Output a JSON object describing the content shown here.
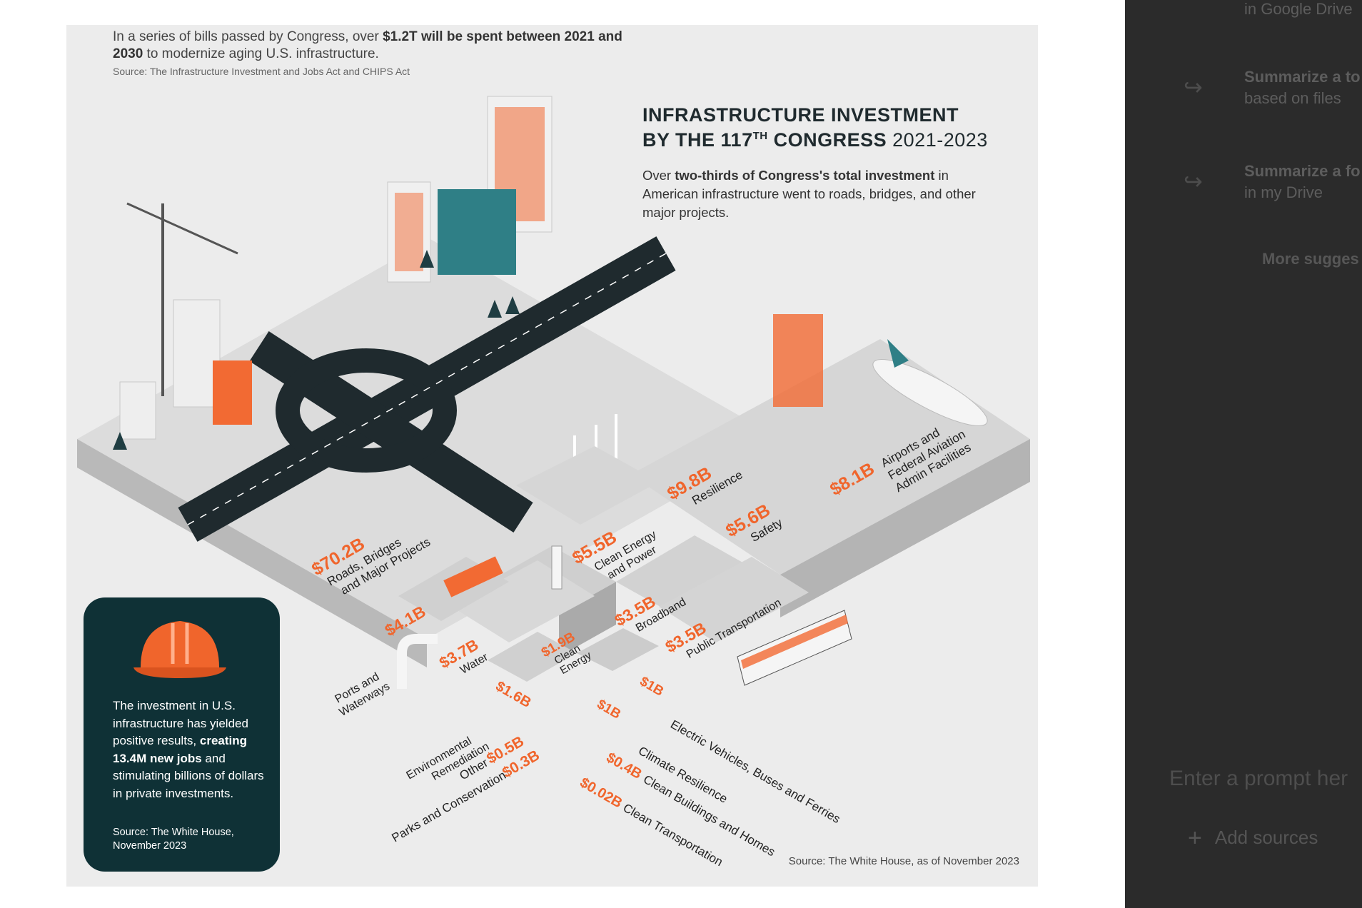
{
  "infographic": {
    "intro_pre": "In a series of bills passed by Congress, over ",
    "intro_bold1": "$1.2T will be spent between 2021 and 2030",
    "intro_post": " to modernize aging U.S. infrastructure.",
    "intro_source": "Source: The Infrastructure Investment and Jobs Act and CHIPS Act",
    "title_line1": "INFRASTRUCTURE INVESTMENT",
    "title_line2_pre": "BY THE 117",
    "title_line2_sup": "TH",
    "title_line2_post": " CONGRESS",
    "title_years": "2021-2023",
    "subtitle_pre": "Over ",
    "subtitle_bold": "two-thirds of Congress's total investment",
    "subtitle_post": " in American infrastructure went to roads, bridges, and other major projects.",
    "callout_pre": "The investment in U.S. infrastructure has yielded positive results, ",
    "callout_bold": "creating 13.4M new jobs",
    "callout_post": " and stimulating billions of dollars in private investments.",
    "callout_source": "Source: The White House, November 2023",
    "bottom_source": "Source: The White House, as of November 2023",
    "colors": {
      "accent": "#f0652c",
      "dark_teal": "#0f3136",
      "road": "#1f2a2e",
      "building_teal": "#2f7f86"
    },
    "items": [
      {
        "amount": "$70.2B",
        "label1": "Roads, Bridges",
        "label2": "and Major Projects"
      },
      {
        "amount": "$9.8B",
        "label1": "Resilience",
        "label2": ""
      },
      {
        "amount": "$8.1B",
        "label1": "Airports and",
        "label2": "Federal Aviation",
        "label3": "Admin Facilities"
      },
      {
        "amount": "$5.5B",
        "label1": "Clean Energy",
        "label2": "and Power"
      },
      {
        "amount": "$5.6B",
        "label1": "Safety",
        "label2": ""
      },
      {
        "amount": "$4.1B",
        "label1": "Ports and",
        "label2": "Waterways"
      },
      {
        "amount": "$3.5B",
        "label1": "Broadband",
        "label2": ""
      },
      {
        "amount": "$3.5B",
        "label1": "Public Transportation",
        "label2": ""
      },
      {
        "amount": "$3.7B",
        "label1": "Water",
        "label2": ""
      },
      {
        "amount": "$1.9B",
        "label1": "Clean",
        "label2": "Energy"
      },
      {
        "amount": "$1B",
        "label1": "Electric Vehicles, Buses and Ferries",
        "label2": ""
      },
      {
        "amount": "$1.6B",
        "label1": "Environmental",
        "label2": "Remediation"
      },
      {
        "amount": "$1B",
        "label1": "Climate Resilience",
        "label2": ""
      },
      {
        "amount": "$0.5B",
        "label1": "Other",
        "label2": ""
      },
      {
        "amount": "$0.4B",
        "label1": "Clean Buildings and Homes",
        "label2": ""
      },
      {
        "amount": "$0.3B",
        "label1": "Parks and Conservation",
        "label2": ""
      },
      {
        "amount": "$0.02B",
        "label1": "Clean Transportation",
        "label2": ""
      }
    ]
  },
  "side_panel": {
    "suggestions": [
      {
        "icon": "reply-arrow-icon",
        "line1": "",
        "line2": "in Google Drive"
      },
      {
        "icon": "reply-arrow-icon",
        "line1": "Summarize a to",
        "line2": "based on files"
      },
      {
        "icon": "reply-arrow-icon",
        "line1": "Summarize a fo",
        "line2": "in my Drive"
      }
    ],
    "more_suggestions": "More sugges",
    "prompt_placeholder": "Enter a prompt her",
    "add_sources": "Add sources"
  }
}
